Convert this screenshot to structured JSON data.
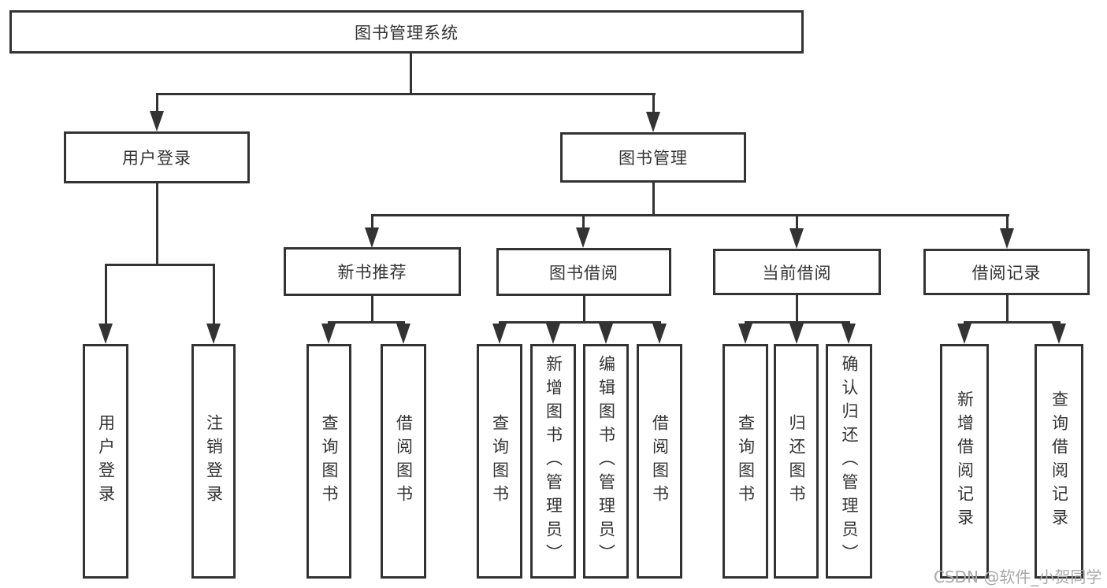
{
  "colors": {
    "line": "#333333",
    "text": "#333333",
    "box_fill": "#ffffff",
    "watermark": "#a8a8a8",
    "background": "#ffffff"
  },
  "tree": {
    "label": "图书管理系统",
    "children": [
      {
        "label": "用户登录",
        "children": [
          {
            "label": "用户登录"
          },
          {
            "label": "注销登录"
          }
        ]
      },
      {
        "label": "图书管理",
        "children": [
          {
            "label": "新书推荐",
            "children": [
              {
                "label": "查询图书"
              },
              {
                "label": "借阅图书"
              }
            ]
          },
          {
            "label": "图书借阅",
            "children": [
              {
                "label": "查询图书"
              },
              {
                "label": "新增图书（管理员）"
              },
              {
                "label": "编辑图书（管理员）"
              },
              {
                "label": "借阅图书"
              }
            ]
          },
          {
            "label": "当前借阅",
            "children": [
              {
                "label": "查询图书"
              },
              {
                "label": "归还图书"
              },
              {
                "label": "确认归还（管理员）"
              }
            ]
          },
          {
            "label": "借阅记录",
            "children": [
              {
                "label": "新增借阅记录"
              },
              {
                "label": "查询借阅记录"
              }
            ]
          }
        ]
      }
    ]
  },
  "watermark": {
    "text": "CSDN @软件_小贺同学"
  }
}
